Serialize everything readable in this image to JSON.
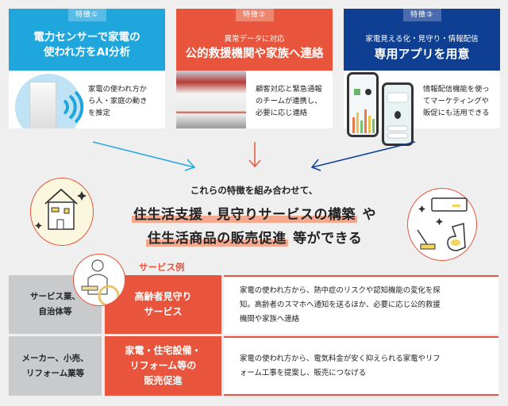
{
  "features": [
    {
      "tag": "特徴①",
      "title_lines": [
        "電力センサーで家電の",
        "使われ方をAI分析"
      ],
      "description_lines": [
        "家電の使われ方か",
        "ら人・家庭の動き",
        "を推定"
      ],
      "color": "#1fa6dc",
      "image": "power-sensor-device"
    },
    {
      "tag": "特徴②",
      "subtitle": "異常データに対応",
      "title": "公的救援機関や家族へ連絡",
      "description_lines": [
        "顧客対応と緊急通報",
        "のチームが連携し、",
        "必要に応じ連絡"
      ],
      "color": "#e8553c",
      "image": "ambulance-photo"
    },
    {
      "tag": "特徴③",
      "subtitle": "家電見える化・見守り・情報配信",
      "title": "専用アプリを用意",
      "description_lines": [
        "情報配信機能を使っ",
        "てマーケティングや",
        "販促にも活用できる"
      ],
      "color": "#0e3f93",
      "image": "smartphone-app"
    }
  ],
  "summary": {
    "intro": "これらの特徴を組み合わせて、",
    "line1_highlight": "住生活支援・見守りサービスの構築",
    "line1_tail": "や",
    "line2_highlight": "住生活商品の販売促進",
    "line2_tail": "等ができる",
    "highlight_color": "#f4a98e"
  },
  "services": {
    "label": "サービス例",
    "rows": [
      {
        "industry_lines": [
          "サービス業、",
          "自治体等"
        ],
        "service_lines": [
          "高齢者見守り",
          "サービス"
        ],
        "description_lines": [
          "家電の使われ方から、熱中症のリスクや認知機能の変化を探",
          "知。高齢者のスマホへ通知を送るほか、必要に応じ公的救援",
          "機関や家族へ連絡"
        ]
      },
      {
        "industry_lines": [
          "メーカー、小売、",
          "リフォーム業等"
        ],
        "service_lines": [
          "家電・住宅設備・",
          "リフォーム等の",
          "販売促進"
        ],
        "description_lines": [
          "家電の使われ方から、電気料金が安く抑えられる家電やリフ",
          "ォーム工事を提案し、販売につなげる"
        ]
      }
    ]
  }
}
